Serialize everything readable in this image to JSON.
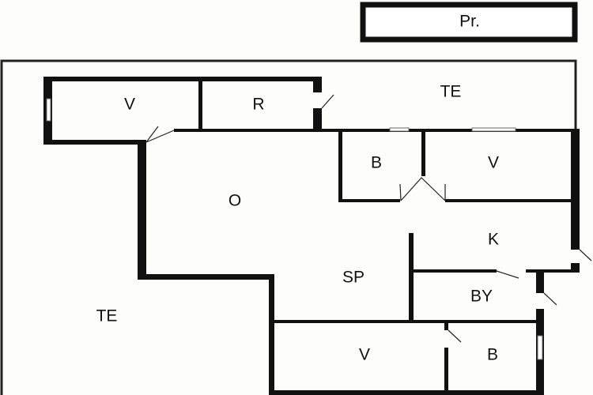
{
  "title_box": {
    "label": "Pr."
  },
  "rooms": {
    "terrace_top": "TE",
    "veranda_top_left": "V",
    "room_r": "R",
    "bath_top": "B",
    "veranda_top_right": "V",
    "living_o": "O",
    "kitchen": "K",
    "dining_sp": "SP",
    "utility_by": "BY",
    "terrace_left": "TE",
    "veranda_bottom": "V",
    "bath_bottom": "B"
  },
  "colors": {
    "wall": "#111111",
    "background": "#fdfdfb"
  }
}
